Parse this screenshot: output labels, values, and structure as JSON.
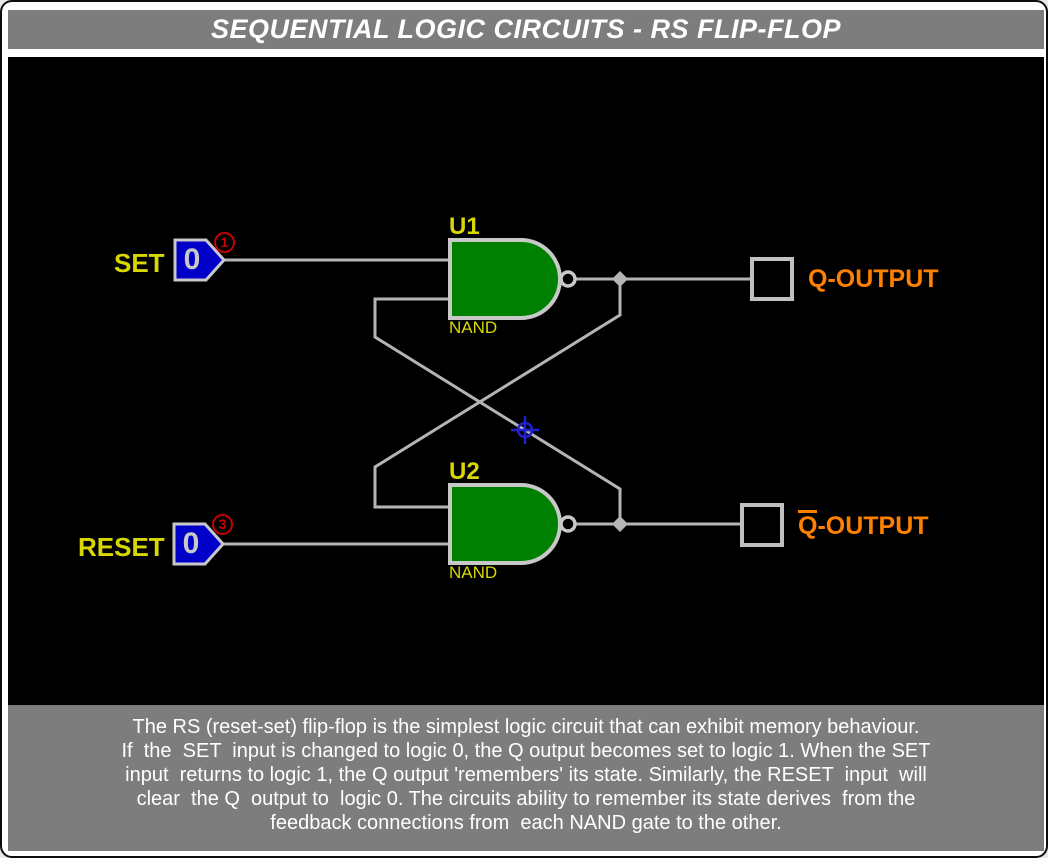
{
  "window": {
    "title": "SEQUENTIAL LOGIC CIRCUITS - RS FLIP-FLOP"
  },
  "circuit": {
    "inputs": [
      {
        "label": "SET",
        "value": "0",
        "pin": "1"
      },
      {
        "label": "RESET",
        "value": "0",
        "pin": "3"
      }
    ],
    "gates": [
      {
        "ref": "U1",
        "type": "NAND"
      },
      {
        "ref": "U2",
        "type": "NAND"
      }
    ],
    "outputs": [
      {
        "q": "Q",
        "rest": "-OUTPUT",
        "overline": false
      },
      {
        "q": "Q",
        "rest": "-OUTPUT",
        "overline": true
      }
    ],
    "colors": {
      "gate_fill": "#008000",
      "gate_outline": "#c8c8c8",
      "wire": "#b4b4b4",
      "label_yellow": "#d8d800",
      "input_blue": "#0000c8",
      "output_orange": "#ff8000",
      "pin_red": "#c80000",
      "panel_gray": "#7d7d7d",
      "cursor_blue": "#2020cc"
    }
  },
  "description": {
    "lines": [
      "The RS (reset-set) flip-flop is the simplest logic circuit that can exhibit memory behaviour.",
      "If  the  SET  input is changed to logic 0, the Q output becomes set to logic 1. When the SET",
      "input  returns to logic 1, the Q output 'remembers' its state. Similarly, the RESET  input  will",
      "clear  the Q  output to  logic 0. The circuits ability to remember its state derives  from the",
      "feedback connections from  each NAND gate to the other."
    ]
  }
}
